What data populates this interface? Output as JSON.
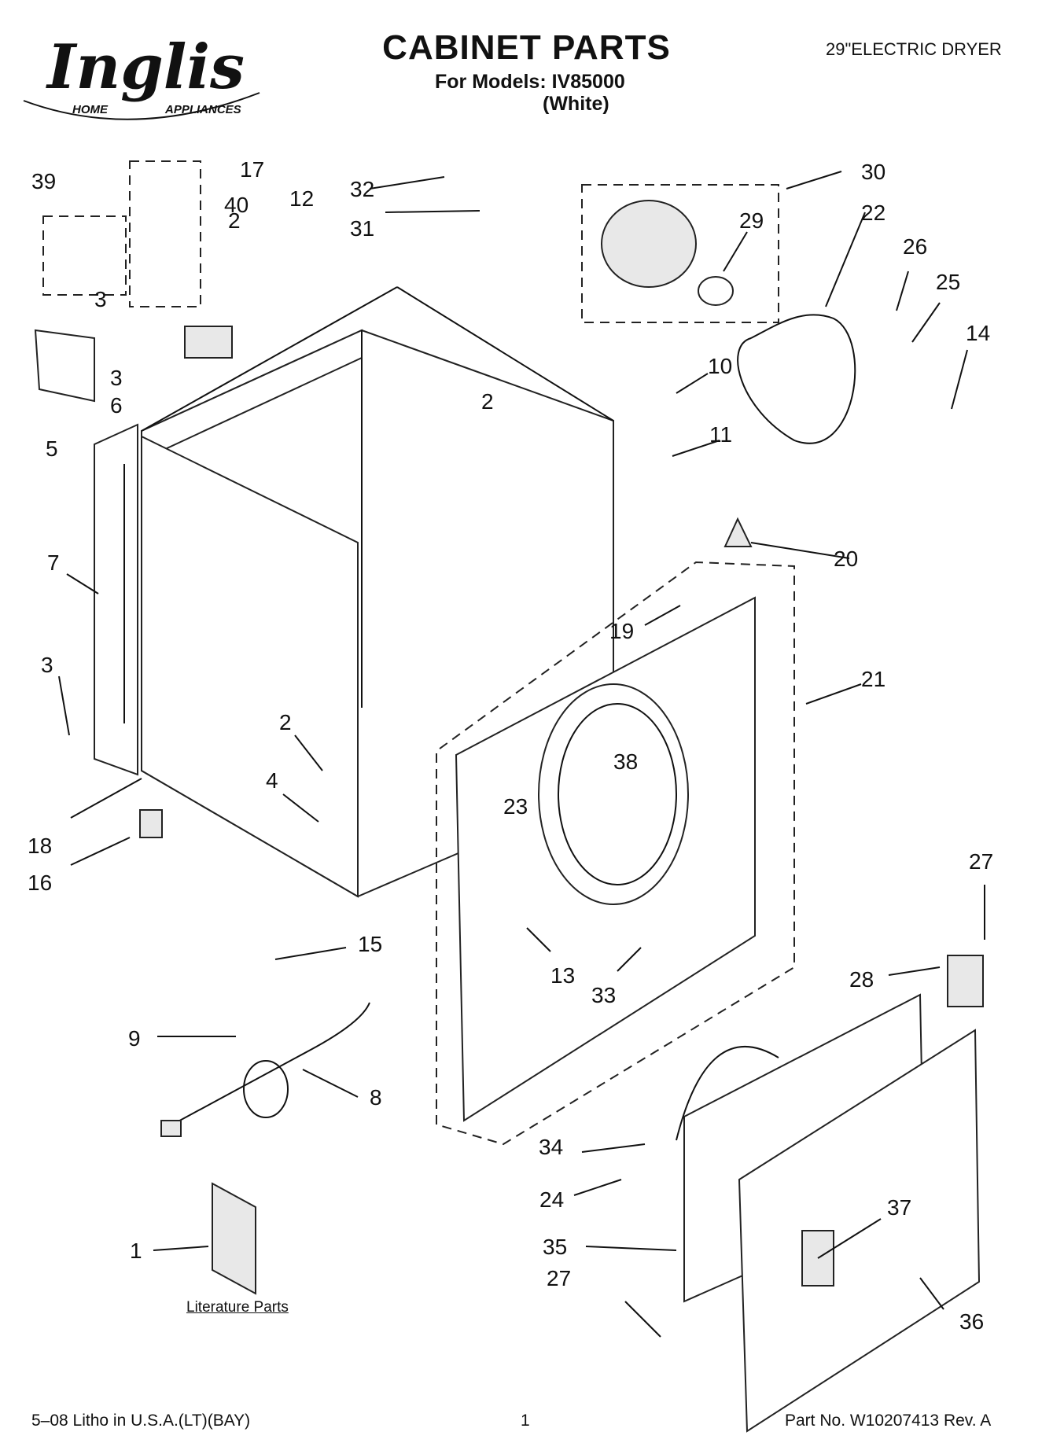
{
  "header": {
    "title": "CABINET PARTS",
    "models_line": "For Models: IV85000",
    "color_line": "(White)",
    "model_type": "29\"ELECTRIC DRYER"
  },
  "logo": {
    "brand": "Inglis",
    "tagline_left": "HOME",
    "tagline_right": "APPLIANCES"
  },
  "literature_label": "Literature Parts",
  "footer": {
    "litho": "5–08 Litho in U.S.A.(LT)(BAY)",
    "page": "1",
    "part_no": "Part No. W10207413 Rev. A"
  },
  "callouts": [
    "39",
    "17",
    "40",
    "12",
    "2",
    "3",
    "3",
    "6",
    "5",
    "32",
    "31",
    "30",
    "29",
    "22",
    "26",
    "25",
    "14",
    "10",
    "2",
    "11",
    "20",
    "19",
    "7",
    "3",
    "21",
    "2",
    "4",
    "38",
    "23",
    "18",
    "16",
    "15",
    "13",
    "33",
    "27",
    "28",
    "9",
    "8",
    "34",
    "24",
    "35",
    "37",
    "27",
    "36",
    "1"
  ]
}
